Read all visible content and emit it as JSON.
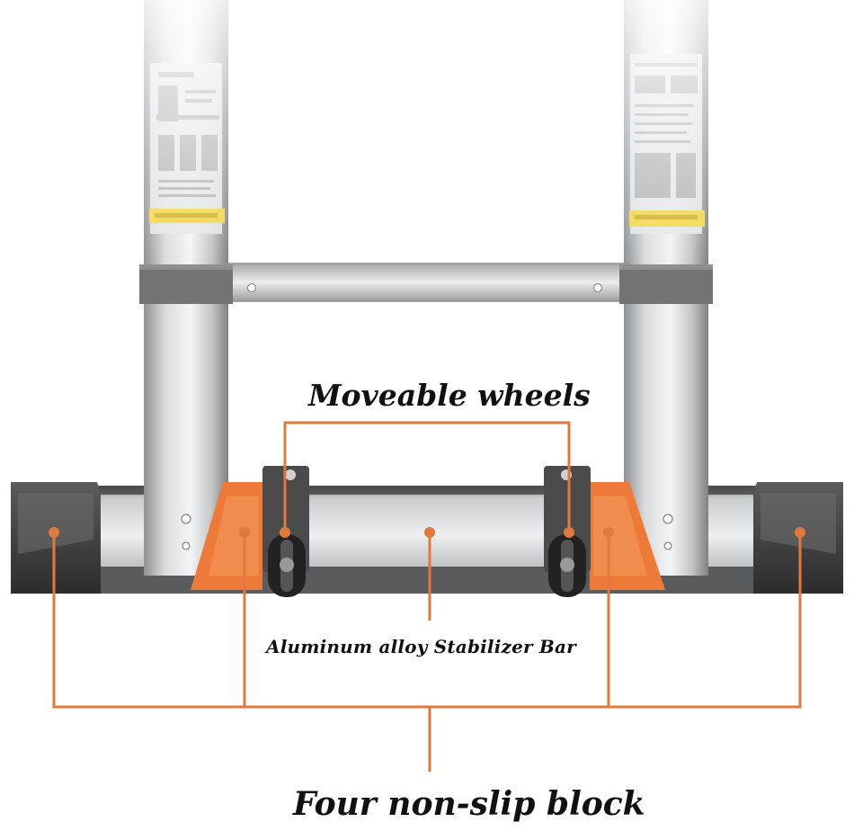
{
  "labels": {
    "wheels": "Moveable wheels",
    "bar": "Aluminum alloy Stabilizer Bar",
    "blocks": "Four non-slip block"
  },
  "colors": {
    "callout": "#e07a3c",
    "block_orange": "#ee7a3a",
    "block_dark": "#3f3f3f",
    "rail": "#c7c9cb",
    "label_yellow": "#f2d74a"
  }
}
